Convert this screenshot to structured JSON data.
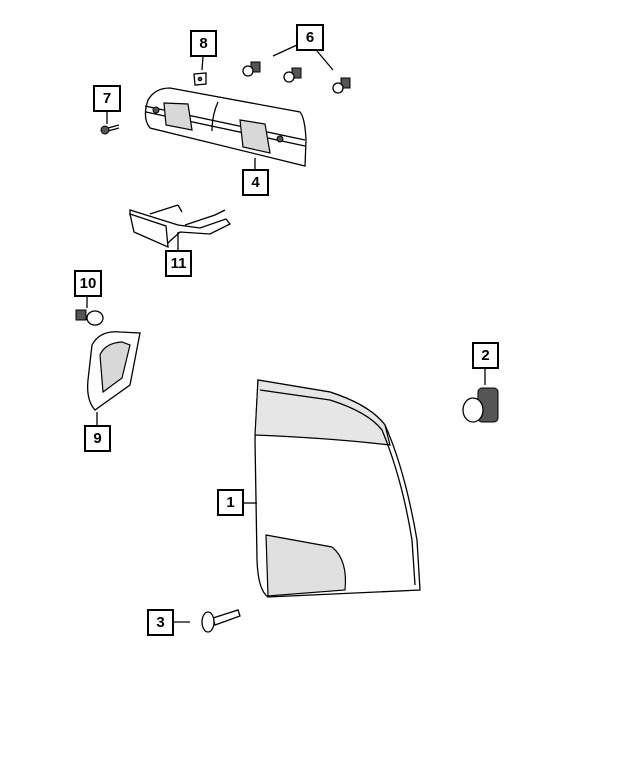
{
  "callouts": {
    "c1": "1",
    "c2": "2",
    "c3": "3",
    "c4": "4",
    "c6": "6",
    "c7": "7",
    "c8": "8",
    "c9": "9",
    "c10": "10",
    "c11": "11"
  }
}
